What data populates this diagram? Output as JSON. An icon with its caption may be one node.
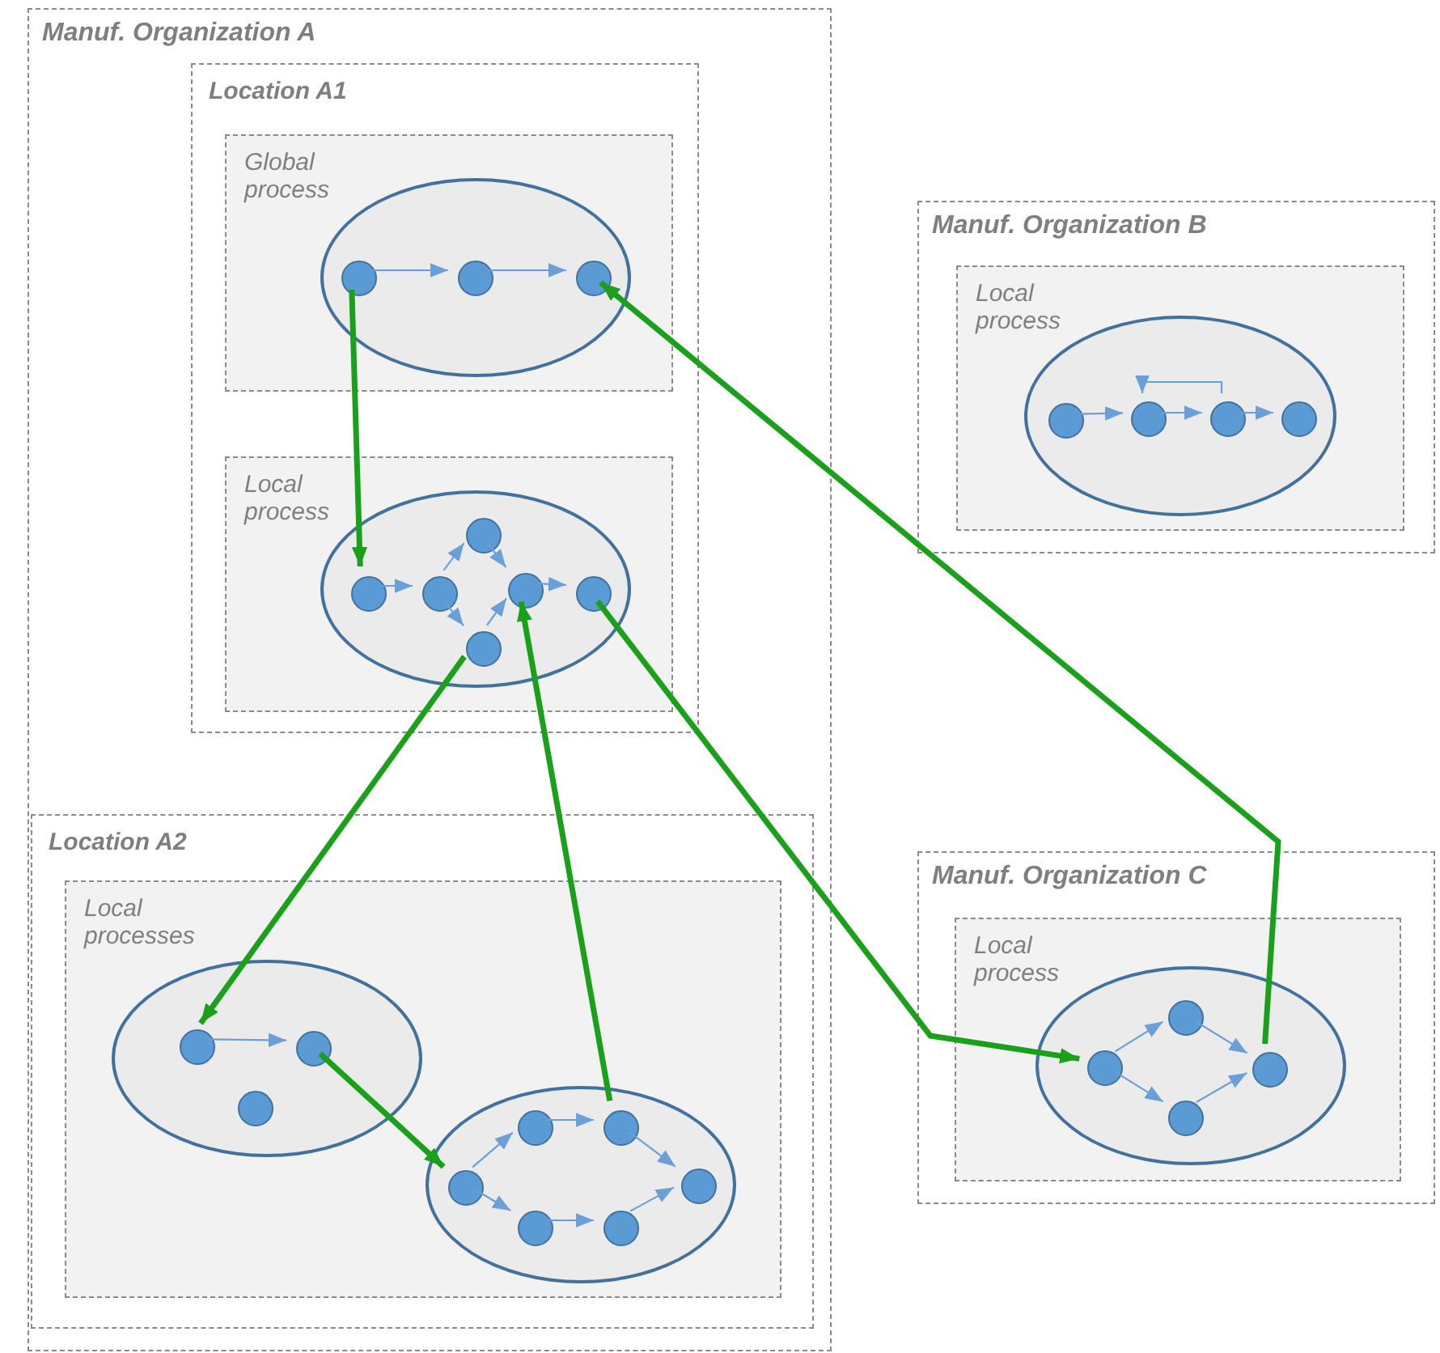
{
  "diagram": {
    "nodes": [
      {
        "text": [
          "Manuf. Organization A"
        ]
      },
      {
        "text": [
          "Location A1"
        ],
        "in": 0
      },
      {
        "text": [
          "Global process"
        ],
        "in": 1
      },
      {
        "text": [],
        "shape": "ellipse",
        "in": 2
      },
      {
        "text": [],
        "shape": "circle",
        "in": 3
      },
      {
        "text": [],
        "shape": "circle",
        "in": 3
      },
      {
        "text": [],
        "shape": "circle",
        "in": 3
      },
      {
        "text": [
          "Local process"
        ],
        "in": 1
      },
      {
        "text": [],
        "shape": "ellipse",
        "in": 7
      },
      {
        "text": [],
        "shape": "circle",
        "in": 8
      },
      {
        "text": [],
        "shape": "circle",
        "in": 8
      },
      {
        "text": [],
        "shape": "circle",
        "in": 8
      },
      {
        "text": [],
        "shape": "circle",
        "in": 8
      },
      {
        "text": [],
        "shape": "circle",
        "in": 8
      },
      {
        "text": [],
        "shape": "circle",
        "in": 8
      },
      {
        "text": [
          "Location A2"
        ],
        "in": 0
      },
      {
        "text": [
          "Local processes"
        ],
        "in": 15
      },
      {
        "text": [],
        "shape": "ellipse",
        "in": 16
      },
      {
        "text": [],
        "shape": "circle",
        "in": 17
      },
      {
        "text": [],
        "shape": "circle",
        "in": 17
      },
      {
        "text": [],
        "shape": "circle",
        "in": 17
      },
      {
        "text": [],
        "shape": "ellipse",
        "in": 16
      },
      {
        "text": [],
        "shape": "circle",
        "in": 21
      },
      {
        "text": [],
        "shape": "circle",
        "in": 21
      },
      {
        "text": [],
        "shape": "circle",
        "in": 21
      },
      {
        "text": [],
        "shape": "circle",
        "in": 21
      },
      {
        "text": [],
        "shape": "circle",
        "in": 21
      },
      {
        "text": [],
        "shape": "circle",
        "in": 21
      },
      {
        "text": [
          "Manuf. Organization B"
        ]
      },
      {
        "text": [
          "Local process"
        ],
        "in": 28
      },
      {
        "text": [],
        "shape": "ellipse",
        "in": 29
      },
      {
        "text": [],
        "shape": "circle",
        "in": 30
      },
      {
        "text": [],
        "shape": "circle",
        "in": 30
      },
      {
        "text": [],
        "shape": "circle",
        "in": 30
      },
      {
        "text": [],
        "shape": "circle",
        "in": 30
      },
      {
        "text": [
          "Manuf. Organization C"
        ]
      },
      {
        "text": [
          "Local process"
        ],
        "in": 35
      },
      {
        "text": [],
        "shape": "ellipse",
        "in": 36
      },
      {
        "text": [],
        "shape": "circle",
        "in": 37
      },
      {
        "text": [],
        "shape": "circle",
        "in": 37
      },
      {
        "text": [],
        "shape": "circle",
        "in": 37
      },
      {
        "text": [],
        "shape": "circle",
        "in": 37
      }
    ],
    "edges": [
      {
        "from": 4,
        "to": 5,
        "arrow": "to"
      },
      {
        "from": 5,
        "to": 6,
        "arrow": "to"
      },
      {
        "from": 9,
        "to": 10,
        "arrow": "to"
      },
      {
        "from": 10,
        "to": 11,
        "arrow": "to"
      },
      {
        "from": 10,
        "to": 12,
        "arrow": "to"
      },
      {
        "from": 11,
        "to": 13,
        "arrow": "to"
      },
      {
        "from": 12,
        "to": 13,
        "arrow": "to"
      },
      {
        "from": 13,
        "to": 14,
        "arrow": "to"
      },
      {
        "from": 18,
        "to": 19,
        "arrow": "to"
      },
      {
        "from": 22,
        "to": 23,
        "arrow": "to"
      },
      {
        "from": 22,
        "to": 24,
        "arrow": "to"
      },
      {
        "from": 23,
        "to": 25,
        "arrow": "to"
      },
      {
        "from": 24,
        "to": 26,
        "arrow": "to"
      },
      {
        "from": 25,
        "to": 27,
        "arrow": "to"
      },
      {
        "from": 26,
        "to": 27,
        "arrow": "to"
      },
      {
        "from": 31,
        "to": 32,
        "arrow": "to"
      },
      {
        "from": 32,
        "to": 33,
        "arrow": "to"
      },
      {
        "from": 33,
        "to": 32,
        "arrow": "to"
      },
      {
        "from": 33,
        "to": 34,
        "arrow": "to"
      },
      {
        "from": 38,
        "to": 39,
        "arrow": "to"
      },
      {
        "from": 38,
        "to": 40,
        "arrow": "to"
      },
      {
        "from": 39,
        "to": 41,
        "arrow": "to"
      },
      {
        "from": 40,
        "to": 41,
        "arrow": "to"
      },
      {
        "from": 4,
        "to": 9,
        "arrow": "to",
        "style": "thick",
        "color": "#1aa01a"
      },
      {
        "from": 41,
        "to": 6,
        "arrow": "to",
        "style": "thick",
        "color": "#1aa01a"
      },
      {
        "from": 14,
        "to": 38,
        "arrow": "to",
        "style": "thick",
        "color": "#1aa01a"
      },
      {
        "from": 12,
        "to": 18,
        "arrow": "to",
        "style": "thick",
        "color": "#1aa01a"
      },
      {
        "from": 19,
        "to": 22,
        "arrow": "to",
        "style": "thick",
        "color": "#1aa01a"
      },
      {
        "from": 25,
        "to": 13,
        "arrow": "to",
        "style": "thick",
        "color": "#1aa01a"
      }
    ]
  }
}
